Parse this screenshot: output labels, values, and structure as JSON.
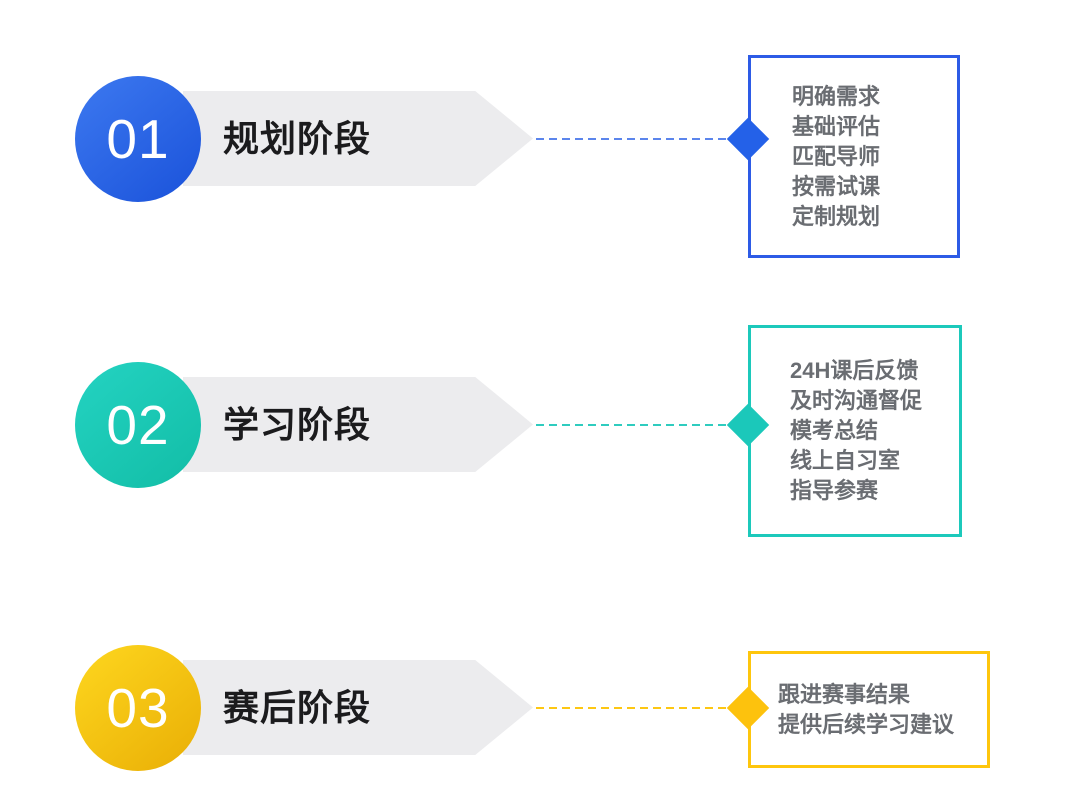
{
  "theme": {
    "background": "#ffffff",
    "banner_fill": "#ececee",
    "banner_title_color": "#1b1b1d",
    "box_text_color": "#6a6d72"
  },
  "stages": [
    {
      "number": "01",
      "title": "规划阶段",
      "items": [
        "明确需求",
        "基础评估",
        "匹配导师",
        "按需试课",
        "定制规划"
      ],
      "colors": {
        "circle_top": "#3d79f0",
        "circle_bottom": "#1a52da",
        "accent": "#2d5be6",
        "diamond": "#2461e8",
        "dash": "#5b85ec"
      }
    },
    {
      "number": "02",
      "title": "学习阶段",
      "items": [
        "24H课后反馈",
        "及时沟通督促",
        "模考总结",
        "线上自习室",
        "指导参赛"
      ],
      "colors": {
        "circle_top": "#24d3c2",
        "circle_bottom": "#12bda6",
        "accent": "#1cc9bb",
        "diamond": "#1bc8ba",
        "dash": "#2fccbf"
      }
    },
    {
      "number": "03",
      "title": "赛后阶段",
      "items": [
        "跟进赛事结果",
        "提供后续学习建议"
      ],
      "colors": {
        "circle_top": "#fed71f",
        "circle_bottom": "#e9ae05",
        "accent": "#fec60d",
        "diamond": "#fdc20d",
        "dash": "#fdc713"
      }
    }
  ]
}
